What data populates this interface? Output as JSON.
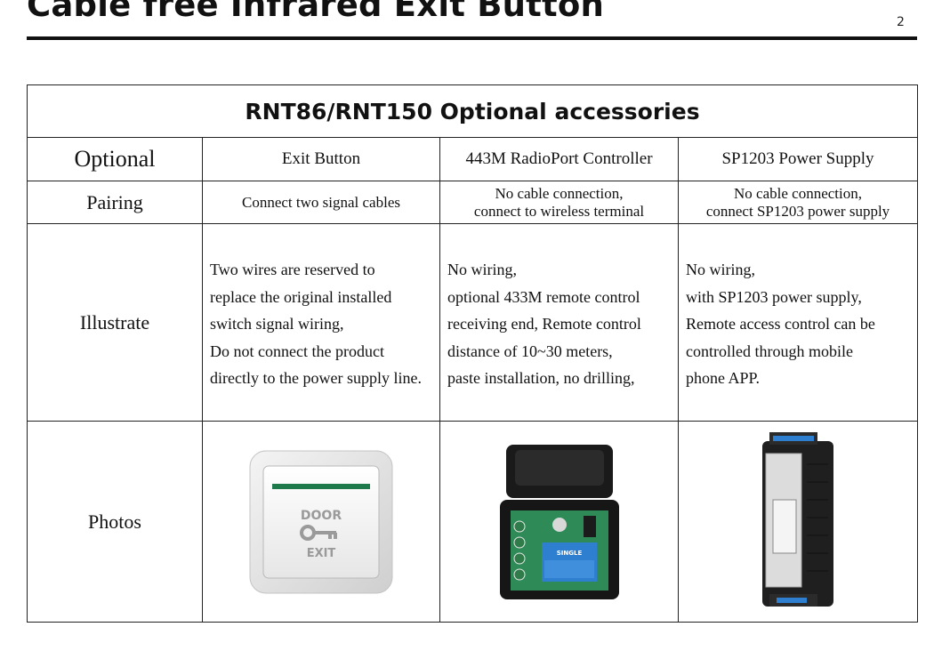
{
  "header": {
    "title": "Cable free Infrared Exit Button",
    "page_number": "2"
  },
  "table": {
    "title": "RNT86/RNT150 Optional accessories",
    "row_labels": {
      "optional": "Optional",
      "pairing": "Pairing",
      "illustrate": "Illustrate",
      "photos": "Photos"
    },
    "columns": [
      {
        "header": "Exit Button",
        "pairing": [
          "Connect two signal cables"
        ],
        "illustrate": [
          "Two wires are reserved to",
          "replace the original installed",
          "switch signal wiring,",
          "Do not connect the product",
          "directly to the power supply line."
        ],
        "photo": {
          "alt": "exit-button-photo",
          "lines": [
            "DOOR",
            "EXIT"
          ]
        }
      },
      {
        "header": "443M RadioPort Controller",
        "pairing": [
          "No cable connection,",
          "connect to wireless terminal"
        ],
        "illustrate": [
          "No wiring,",
          "optional 433M remote control",
          "receiving end,  Remote control",
          "distance of 10~30 meters,",
          "paste installation, no drilling,"
        ],
        "photo": {
          "alt": "radioport-controller-photo",
          "lines": [
            "SINGLE"
          ]
        }
      },
      {
        "header": "SP1203 Power Supply",
        "pairing": [
          "No cable connection,",
          "connect SP1203 power supply"
        ],
        "illustrate": [
          "No wiring,",
          "with SP1203 power supply,",
          "Remote access control can be",
          "controlled through mobile",
          "phone APP."
        ],
        "photo": {
          "alt": "power-supply-photo"
        }
      }
    ]
  },
  "colors": {
    "text": "#111111",
    "border": "#222222",
    "exit_button_green": "#1e7a4a",
    "relay_blue": "#2f7fd0",
    "pcb_green": "#2e8b57"
  }
}
